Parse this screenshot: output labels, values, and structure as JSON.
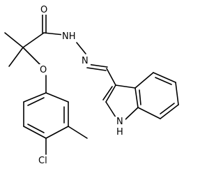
{
  "molecule": {
    "atoms": {
      "o_carbonyl": "O",
      "nh_hydrazide": "NH",
      "n_hydrazone": "N",
      "o_ether": "O",
      "nh_indole": "N",
      "h_indole": "H",
      "cl": "Cl"
    }
  },
  "colors": {
    "bond": "#000000",
    "label": "#000000",
    "background": "#ffffff"
  }
}
